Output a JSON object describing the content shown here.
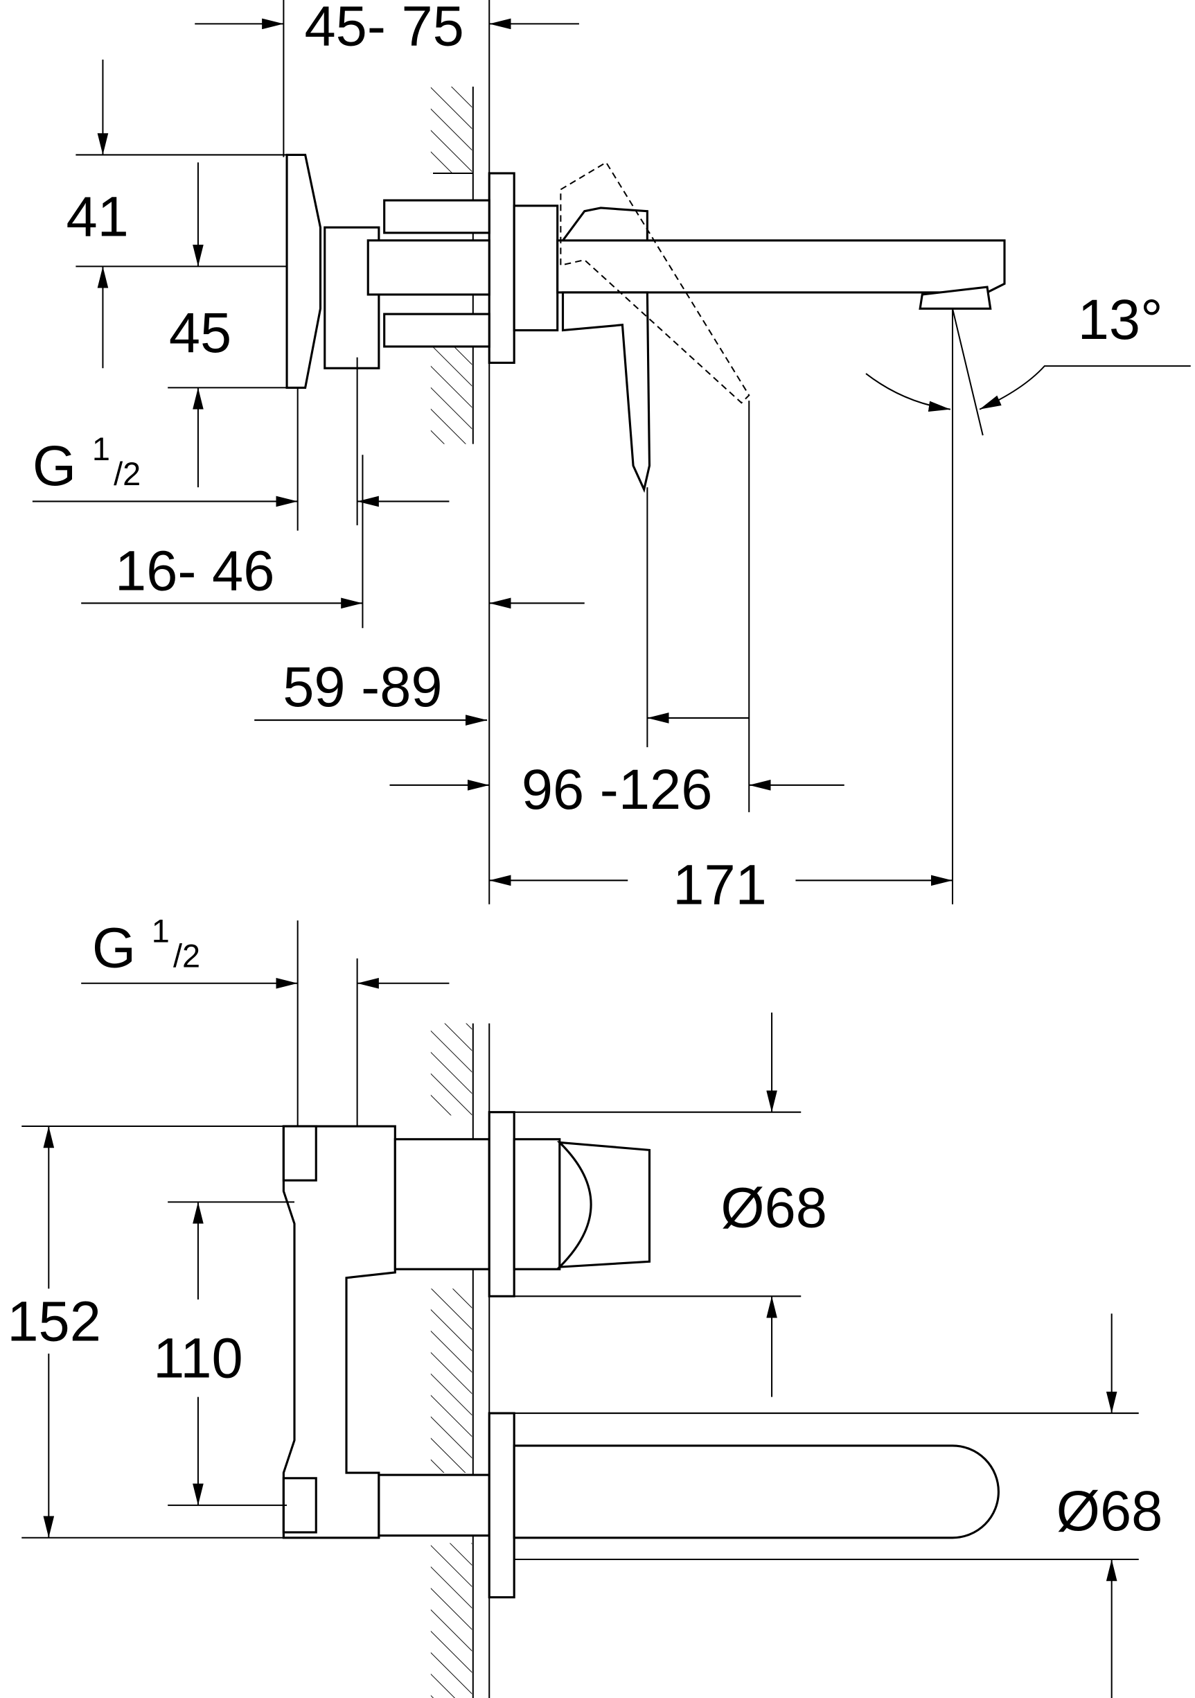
{
  "drawing": {
    "top_view": {
      "dim_flange_depth": "45- 75",
      "dim_upper": "41",
      "dim_lower": "45",
      "thread_label_g": "G",
      "thread_label_num": "1",
      "thread_label_den": "/2",
      "dim_body_depth": "16- 46",
      "dim_wall_to_body": "59 -89",
      "dim_lever": "96 -126",
      "dim_projection": "171",
      "dim_angle": "13°"
    },
    "front_view": {
      "thread_label_g": "G",
      "thread_label_num": "1",
      "thread_label_den": "/2",
      "dim_height": "152",
      "dim_centers": "110",
      "dim_handle_rosette": "Ø68",
      "dim_spout_rosette": "Ø68"
    }
  }
}
